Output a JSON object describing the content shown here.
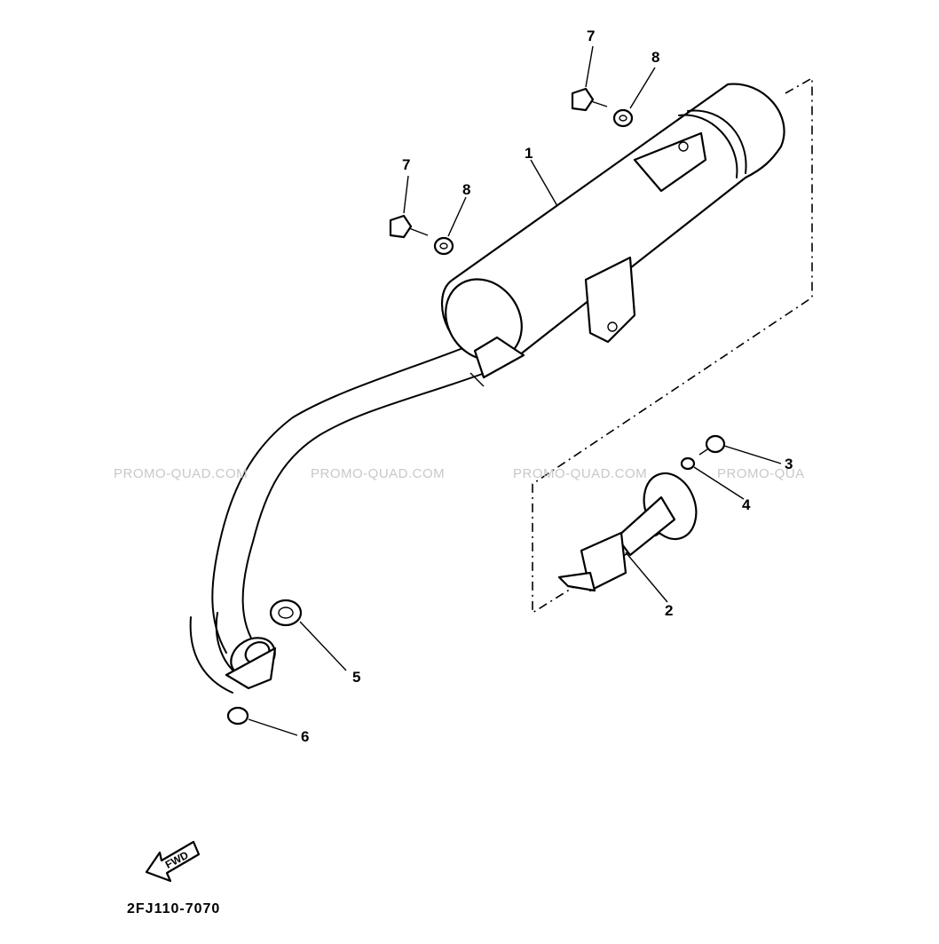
{
  "diagram": {
    "callouts": [
      {
        "id": "muffler",
        "label": "1"
      },
      {
        "id": "tail-pipe",
        "label": "2"
      },
      {
        "id": "bolt-tailpipe",
        "label": "3"
      },
      {
        "id": "washer-tailpipe",
        "label": "4"
      },
      {
        "id": "gasket",
        "label": "5"
      },
      {
        "id": "nut",
        "label": "6"
      },
      {
        "id": "bolt-rear",
        "label": "7"
      },
      {
        "id": "washer-rear",
        "label": "8"
      },
      {
        "id": "bolt-front",
        "label": "7"
      },
      {
        "id": "washer-front",
        "label": "8"
      }
    ],
    "watermarks": [
      "PROMO-QUAD.COM",
      "PROMO-QUAD.COM",
      "PROMO-QUAD.COM",
      "PROMO-QUA"
    ],
    "direction_label": "FWD",
    "figure_code": "2FJ110-7070"
  }
}
